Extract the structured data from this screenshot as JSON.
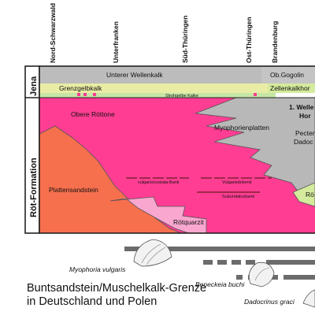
{
  "regions": [
    {
      "key": "nord_schwarzwald",
      "label": "Nord-Schwarzwald"
    },
    {
      "key": "unterfranken",
      "label": "Unterfranken"
    },
    {
      "key": "sued_thueringen",
      "label": "Süd-Thüringen"
    },
    {
      "key": "ost_thueringen",
      "label": "Ost-Thüringen"
    },
    {
      "key": "brandenburg",
      "label": "Brandenburg"
    }
  ],
  "side_labels": {
    "upper": "Jena",
    "lower": "Röt-Formation"
  },
  "units": {
    "unterer_wellenkalk": "Unterer Wellenkalk",
    "ob_gogolin": "Ob.Gogolin",
    "grenzgelbkalk": "Grenzgelbkalk",
    "zellenkalkhorizont": "Zellenkalkhor",
    "strohgelbe_kalke": "Strohgelbe Kalke",
    "obere_roettone": "Obere Röttone",
    "myophorienplatten": "Myophorienplatten",
    "wellenkalk_horizont_line1": "1. Welle",
    "wellenkalk_horizont_line2": "Hor",
    "pecten_line1": "Pecter",
    "pecten_line2": "Dadoc",
    "vulgaris_costata_bank": "vulgaris/costata-Bank",
    "vulgarisdolomit": "Vulgarisdolomit",
    "subundatusbank": "Subundatusbank",
    "plattensandstein": "Plattensandstein",
    "roet_right": "Rö",
    "roetquarzit": "Rötquarzit"
  },
  "fossils": {
    "myophoria": "Myophoria vulgaris",
    "beneckeia": "Beneckeia buchi",
    "dadocrinus": "Dadocrinus graci"
  },
  "caption": {
    "line1": "Buntsandstein/Muschelkalk-Grenze",
    "line2": "in Deutschland und Polen"
  },
  "colors": {
    "roet_pink": "#ff3e93",
    "plattensandstein": "#f7704e",
    "roetquarzit": "#f9a7cf",
    "myophorienplatten_grey": "#b8b8b8",
    "wellenkalk_grey": "#bcbcbc",
    "grenzgelbkalk_yellow": "#e9eca4",
    "grenz_green": "#c6e6a6",
    "bank_line": "#a0284a",
    "range_bar": "#6c6c6c"
  }
}
